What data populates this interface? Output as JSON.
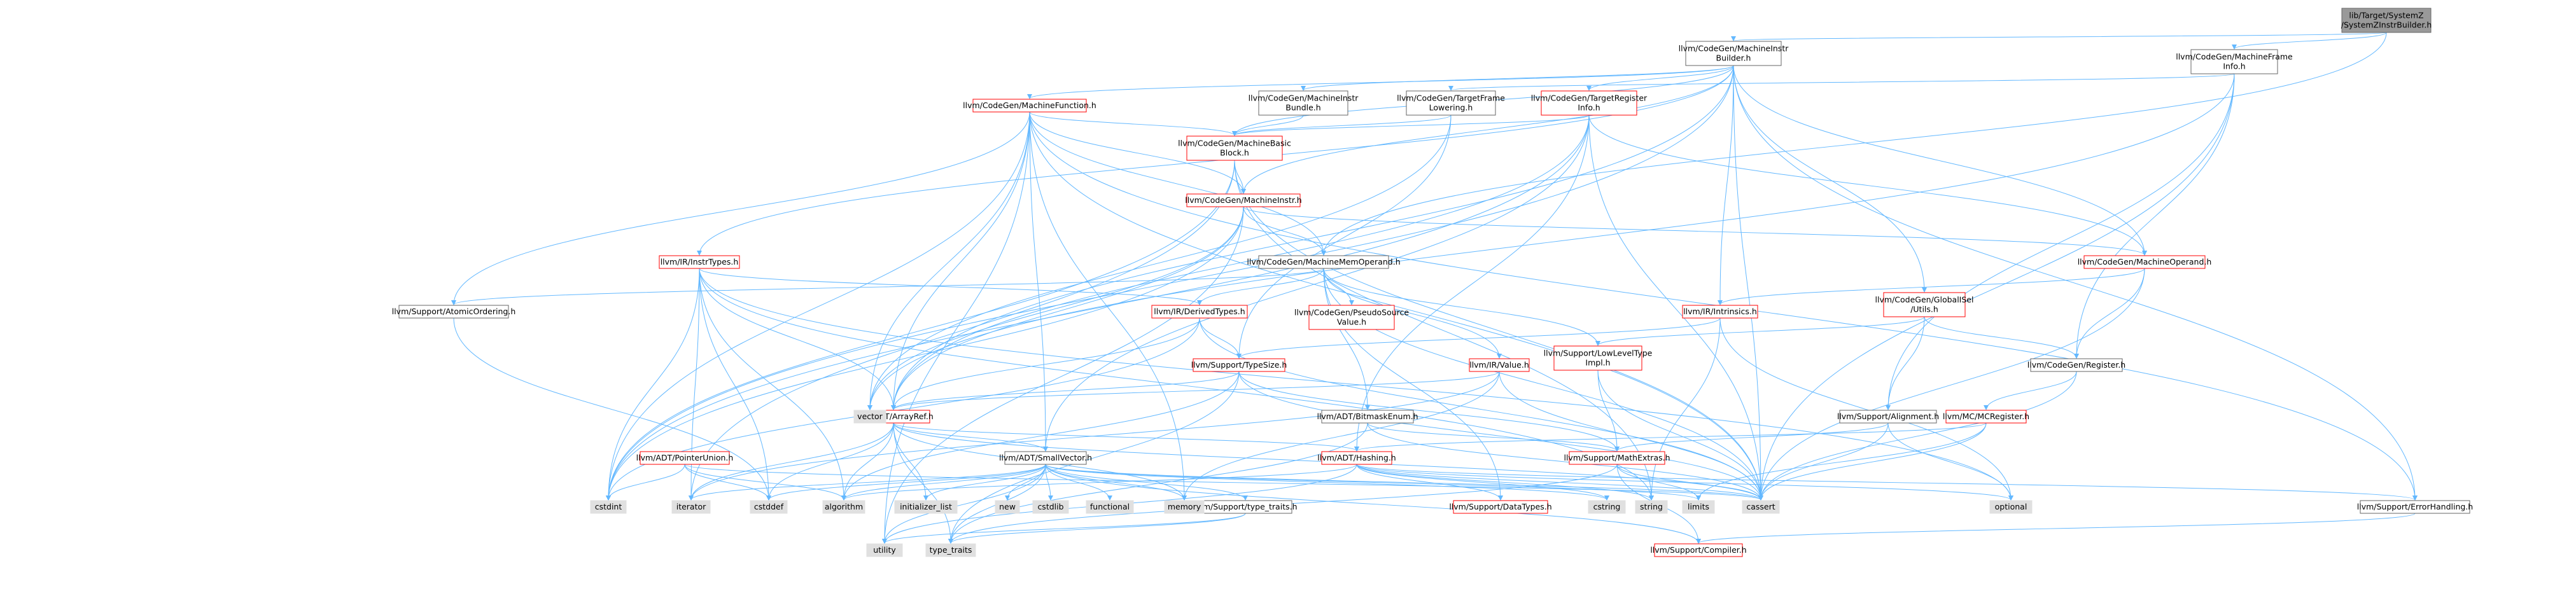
{
  "colors": {
    "root_fill": "#999999",
    "node_fill": "#ffffff",
    "leaf_fill": "#e0e0e0",
    "node_border_black": "#666666",
    "node_border_red": "#ff0000",
    "edge": "#63b8ff"
  },
  "nodes": [
    {
      "id": "root",
      "lines": [
        "lib/Target/SystemZ",
        "/SystemZInstrBuilder.h"
      ],
      "style": "root"
    },
    {
      "id": "mib",
      "lines": [
        "llvm/CodeGen/MachineInstr",
        "Builder.h"
      ],
      "style": "black"
    },
    {
      "id": "mfi",
      "lines": [
        "llvm/CodeGen/MachineFrame",
        "Info.h"
      ],
      "style": "black"
    },
    {
      "id": "mfunc",
      "lines": [
        "llvm/CodeGen/MachineFunction.h"
      ],
      "style": "red"
    },
    {
      "id": "mibundle",
      "lines": [
        "llvm/CodeGen/MachineInstr",
        "Bundle.h"
      ],
      "style": "black"
    },
    {
      "id": "tfl",
      "lines": [
        "llvm/CodeGen/TargetFrame",
        "Lowering.h"
      ],
      "style": "black"
    },
    {
      "id": "tri",
      "lines": [
        "llvm/CodeGen/TargetRegister",
        "Info.h"
      ],
      "style": "red"
    },
    {
      "id": "mbb",
      "lines": [
        "llvm/CodeGen/MachineBasic",
        "Block.h"
      ],
      "style": "red"
    },
    {
      "id": "mi",
      "lines": [
        "llvm/CodeGen/MachineInstr.h"
      ],
      "style": "red"
    },
    {
      "id": "instrtypes",
      "lines": [
        "llvm/IR/InstrTypes.h"
      ],
      "style": "red"
    },
    {
      "id": "mmo",
      "lines": [
        "llvm/CodeGen/MachineMemOperand.h"
      ],
      "style": "black"
    },
    {
      "id": "mo",
      "lines": [
        "llvm/CodeGen/MachineOperand.h"
      ],
      "style": "red"
    },
    {
      "id": "atomic",
      "lines": [
        "llvm/Support/AtomicOrdering.h"
      ],
      "style": "black"
    },
    {
      "id": "derived",
      "lines": [
        "llvm/IR/DerivedTypes.h"
      ],
      "style": "red"
    },
    {
      "id": "psv",
      "lines": [
        "llvm/CodeGen/PseudoSource",
        "Value.h"
      ],
      "style": "red"
    },
    {
      "id": "intrinsics",
      "lines": [
        "llvm/IR/Intrinsics.h"
      ],
      "style": "red"
    },
    {
      "id": "gisel",
      "lines": [
        "llvm/CodeGen/GlobalISel",
        "/Utils.h"
      ],
      "style": "red"
    },
    {
      "id": "lowlevel",
      "lines": [
        "llvm/Support/LowLevelType",
        "Impl.h"
      ],
      "style": "red"
    },
    {
      "id": "typesize",
      "lines": [
        "llvm/Support/TypeSize.h"
      ],
      "style": "red"
    },
    {
      "id": "value",
      "lines": [
        "llvm/IR/Value.h"
      ],
      "style": "red"
    },
    {
      "id": "register",
      "lines": [
        "llvm/CodeGen/Register.h"
      ],
      "style": "black"
    },
    {
      "id": "arrayref",
      "lines": [
        "llvm/ADT/ArrayRef.h"
      ],
      "style": "red"
    },
    {
      "id": "bitmask",
      "lines": [
        "llvm/ADT/BitmaskEnum.h"
      ],
      "style": "black"
    },
    {
      "id": "alignment",
      "lines": [
        "llvm/Support/Alignment.h"
      ],
      "style": "black"
    },
    {
      "id": "mcregister",
      "lines": [
        "llvm/MC/MCRegister.h"
      ],
      "style": "red"
    },
    {
      "id": "ptrunion",
      "lines": [
        "llvm/ADT/PointerUnion.h"
      ],
      "style": "red"
    },
    {
      "id": "smallvec",
      "lines": [
        "llvm/ADT/SmallVector.h"
      ],
      "style": "black"
    },
    {
      "id": "hashing",
      "lines": [
        "llvm/ADT/Hashing.h"
      ],
      "style": "red"
    },
    {
      "id": "mathextras",
      "lines": [
        "llvm/Support/MathExtras.h"
      ],
      "style": "red"
    },
    {
      "id": "typetraitsh",
      "lines": [
        "llvm/Support/type_traits.h"
      ],
      "style": "black"
    },
    {
      "id": "datatypes",
      "lines": [
        "llvm/Support/DataTypes.h"
      ],
      "style": "red"
    },
    {
      "id": "errorhandling",
      "lines": [
        "llvm/Support/ErrorHandling.h"
      ],
      "style": "black"
    },
    {
      "id": "compiler",
      "lines": [
        "llvm/Support/Compiler.h"
      ],
      "style": "red"
    },
    {
      "id": "vector",
      "lines": [
        "vector"
      ],
      "style": "leaf"
    },
    {
      "id": "cstdint",
      "lines": [
        "cstdint"
      ],
      "style": "leaf"
    },
    {
      "id": "iterator",
      "lines": [
        "iterator"
      ],
      "style": "leaf"
    },
    {
      "id": "cstddef",
      "lines": [
        "cstddef"
      ],
      "style": "leaf"
    },
    {
      "id": "algorithm",
      "lines": [
        "algorithm"
      ],
      "style": "leaf"
    },
    {
      "id": "init_list",
      "lines": [
        "initializer_list"
      ],
      "style": "leaf"
    },
    {
      "id": "new",
      "lines": [
        "new"
      ],
      "style": "leaf"
    },
    {
      "id": "cstdlib",
      "lines": [
        "cstdlib"
      ],
      "style": "leaf"
    },
    {
      "id": "functional",
      "lines": [
        "functional"
      ],
      "style": "leaf"
    },
    {
      "id": "memory",
      "lines": [
        "memory"
      ],
      "style": "leaf"
    },
    {
      "id": "cstring",
      "lines": [
        "cstring"
      ],
      "style": "leaf"
    },
    {
      "id": "string",
      "lines": [
        "string"
      ],
      "style": "leaf"
    },
    {
      "id": "limits",
      "lines": [
        "limits"
      ],
      "style": "leaf"
    },
    {
      "id": "cassert",
      "lines": [
        "cassert"
      ],
      "style": "leaf"
    },
    {
      "id": "optional",
      "lines": [
        "optional"
      ],
      "style": "leaf"
    },
    {
      "id": "utility",
      "lines": [
        "utility"
      ],
      "style": "leaf"
    },
    {
      "id": "type_traits",
      "lines": [
        "type_traits"
      ],
      "style": "leaf"
    }
  ],
  "edges": [
    [
      "root",
      "mib"
    ],
    [
      "root",
      "mfi"
    ],
    [
      "root",
      "mmo"
    ],
    [
      "mib",
      "mfunc"
    ],
    [
      "mib",
      "mibundle"
    ],
    [
      "mib",
      "tri"
    ],
    [
      "mib",
      "mbb"
    ],
    [
      "mib",
      "mi"
    ],
    [
      "mib",
      "instrtypes"
    ],
    [
      "mib",
      "mo"
    ],
    [
      "mib",
      "intrinsics"
    ],
    [
      "mib",
      "gisel"
    ],
    [
      "mib",
      "arrayref"
    ],
    [
      "mib",
      "cstdint"
    ],
    [
      "mib",
      "cassert"
    ],
    [
      "mib",
      "errorhandling"
    ],
    [
      "mfi",
      "tfl"
    ],
    [
      "mfi",
      "register"
    ],
    [
      "mfi",
      "alignment"
    ],
    [
      "mfi",
      "vector"
    ],
    [
      "mfi",
      "cassert"
    ],
    [
      "mfunc",
      "mbb"
    ],
    [
      "mfunc",
      "mi"
    ],
    [
      "mfunc",
      "mmo"
    ],
    [
      "mfunc",
      "atomic"
    ],
    [
      "mfunc",
      "arrayref"
    ],
    [
      "mfunc",
      "smallvec"
    ],
    [
      "mfunc",
      "cstdint"
    ],
    [
      "mfunc",
      "memory"
    ],
    [
      "mfunc",
      "utility"
    ],
    [
      "mfunc",
      "vector"
    ],
    [
      "mfunc",
      "cassert"
    ],
    [
      "mfunc",
      "errorhandling"
    ],
    [
      "mibundle",
      "mbb"
    ],
    [
      "tfl",
      "mbb"
    ],
    [
      "tfl",
      "typesize"
    ],
    [
      "tfl",
      "vector"
    ],
    [
      "tri",
      "mbb"
    ],
    [
      "tri",
      "arrayref"
    ],
    [
      "tri",
      "smallvec"
    ],
    [
      "tri",
      "hashing"
    ],
    [
      "tri",
      "cstdint"
    ],
    [
      "tri",
      "cassert"
    ],
    [
      "tri",
      "mo"
    ],
    [
      "mbb",
      "mi"
    ],
    [
      "mbb",
      "iterator"
    ],
    [
      "mbb",
      "cassert"
    ],
    [
      "mbb",
      "cstdint"
    ],
    [
      "mbb",
      "string"
    ],
    [
      "mi",
      "mmo"
    ],
    [
      "mi",
      "mo"
    ],
    [
      "mi",
      "arrayref"
    ],
    [
      "mi",
      "cstdint"
    ],
    [
      "mi",
      "vector"
    ],
    [
      "mi",
      "utility"
    ],
    [
      "instrtypes",
      "derived"
    ],
    [
      "instrtypes",
      "arrayref"
    ],
    [
      "instrtypes",
      "cstdint"
    ],
    [
      "instrtypes",
      "iterator"
    ],
    [
      "instrtypes",
      "algorithm"
    ],
    [
      "instrtypes",
      "cstddef"
    ],
    [
      "instrtypes",
      "string"
    ],
    [
      "instrtypes",
      "optional"
    ],
    [
      "mmo",
      "psv"
    ],
    [
      "mmo",
      "derived"
    ],
    [
      "mmo",
      "value"
    ],
    [
      "mmo",
      "lowlevel"
    ],
    [
      "mmo",
      "bitmask"
    ],
    [
      "mmo",
      "atomic"
    ],
    [
      "mmo",
      "datatypes"
    ],
    [
      "mmo",
      "cassert"
    ],
    [
      "mo",
      "register"
    ],
    [
      "mo",
      "intrinsics"
    ],
    [
      "mo",
      "cassert"
    ],
    [
      "atomic",
      "cstddef"
    ],
    [
      "derived",
      "typesize"
    ],
    [
      "derived",
      "arrayref"
    ],
    [
      "derived",
      "cassert"
    ],
    [
      "derived",
      "cstdint"
    ],
    [
      "intrinsics",
      "typesize"
    ],
    [
      "intrinsics",
      "string"
    ],
    [
      "intrinsics",
      "optional"
    ],
    [
      "gisel",
      "register"
    ],
    [
      "gisel",
      "lowlevel"
    ],
    [
      "gisel",
      "alignment"
    ],
    [
      "lowlevel",
      "mathextras"
    ],
    [
      "lowlevel",
      "cassert"
    ],
    [
      "typesize",
      "mathextras"
    ],
    [
      "typesize",
      "arrayref"
    ],
    [
      "typesize",
      "algorithm"
    ],
    [
      "typesize",
      "cassert"
    ],
    [
      "typesize",
      "type_traits"
    ],
    [
      "value",
      "arrayref"
    ],
    [
      "value",
      "cassert"
    ],
    [
      "value",
      "iterator"
    ],
    [
      "value",
      "memory"
    ],
    [
      "register",
      "mcregister"
    ],
    [
      "register",
      "cassert"
    ],
    [
      "arrayref",
      "hashing"
    ],
    [
      "arrayref",
      "smallvec"
    ],
    [
      "arrayref",
      "algorithm"
    ],
    [
      "arrayref",
      "cassert"
    ],
    [
      "arrayref",
      "cstddef"
    ],
    [
      "arrayref",
      "init_list"
    ],
    [
      "arrayref",
      "iterator"
    ],
    [
      "arrayref",
      "memory"
    ],
    [
      "arrayref",
      "type_traits"
    ],
    [
      "arrayref",
      "vector"
    ],
    [
      "bitmask",
      "mathextras"
    ],
    [
      "bitmask",
      "cassert"
    ],
    [
      "bitmask",
      "type_traits"
    ],
    [
      "alignment",
      "mathextras"
    ],
    [
      "alignment",
      "cassert"
    ],
    [
      "alignment",
      "optional"
    ],
    [
      "mcregister",
      "hashing"
    ],
    [
      "mcregister",
      "cassert"
    ],
    [
      "mcregister",
      "limits"
    ],
    [
      "ptrunion",
      "algorithm"
    ],
    [
      "ptrunion",
      "cassert"
    ],
    [
      "ptrunion",
      "cstddef"
    ],
    [
      "ptrunion",
      "cstdint"
    ],
    [
      "smallvec",
      "typetraitsh"
    ],
    [
      "smallvec",
      "compiler"
    ],
    [
      "smallvec",
      "algorithm"
    ],
    [
      "smallvec",
      "cassert"
    ],
    [
      "smallvec",
      "cstddef"
    ],
    [
      "smallvec",
      "cstdlib"
    ],
    [
      "smallvec",
      "cstring"
    ],
    [
      "smallvec",
      "functional"
    ],
    [
      "smallvec",
      "init_list"
    ],
    [
      "smallvec",
      "iterator"
    ],
    [
      "smallvec",
      "limits"
    ],
    [
      "smallvec",
      "memory"
    ],
    [
      "smallvec",
      "new"
    ],
    [
      "smallvec",
      "type_traits"
    ],
    [
      "smallvec",
      "utility"
    ],
    [
      "hashing",
      "errorhandling"
    ],
    [
      "hashing",
      "datatypes"
    ],
    [
      "hashing",
      "algorithm"
    ],
    [
      "hashing",
      "cassert"
    ],
    [
      "hashing",
      "cstring"
    ],
    [
      "hashing",
      "string"
    ],
    [
      "hashing",
      "optional"
    ],
    [
      "hashing",
      "utility"
    ],
    [
      "mathextras",
      "compiler"
    ],
    [
      "mathextras",
      "cassert"
    ],
    [
      "mathextras",
      "limits"
    ],
    [
      "mathextras",
      "type_traits"
    ],
    [
      "typetraitsh",
      "type_traits"
    ],
    [
      "typetraitsh",
      "utility"
    ],
    [
      "errorhandling",
      "compiler"
    ]
  ]
}
